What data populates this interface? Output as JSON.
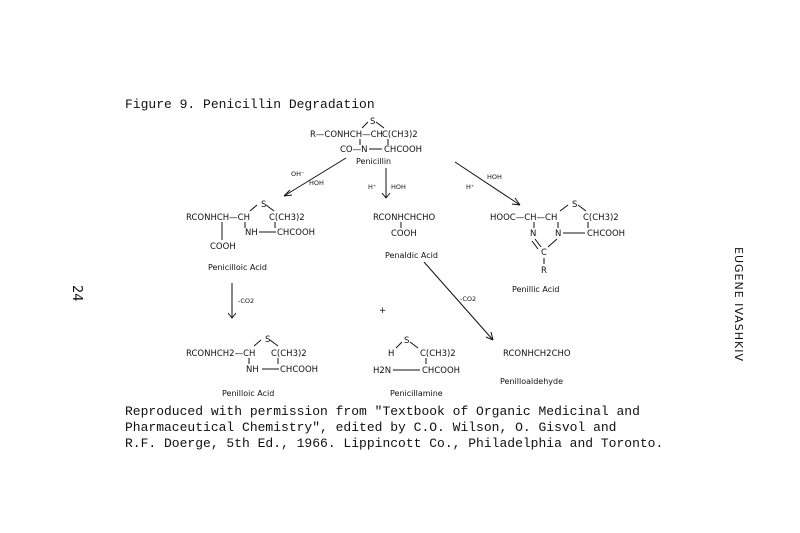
{
  "figure_caption": "Figure 9.  Penicillin Degradation",
  "credit_lines": [
    "Reproduced with permission from \"Textbook of Organic Medicinal and",
    "Pharmaceutical Chemistry\", edited by C.O. Wilson, O. Gisvol and",
    "R.F. Doerge, 5th Ed., 1966.  Lippincott Co., Philadelphia and Toronto."
  ],
  "page_number": "24",
  "side_label": "EUGENE IVASHKIV",
  "compounds": {
    "penicillin": {
      "name": "Penicillin",
      "l1": "S",
      "l2a": "R—CONHCH—CH",
      "l2b": "C(CH3)2",
      "l3a": "CO—N",
      "l3b": "CHCOOH"
    },
    "penicilloic_acid": {
      "name": "Penicilloic Acid",
      "l1": "S",
      "l2a": "RCONHCH—CH",
      "l2b": "C(CH3)2",
      "l3": "NH",
      "l3b": "CHCOOH",
      "l4": "COOH"
    },
    "penaldic_acid": {
      "name": "Penaldic Acid",
      "l1": "RCONHCHCHO",
      "l2": "COOH"
    },
    "penillic_acid": {
      "name": "Penillic Acid",
      "l1": "S",
      "l2a": "HOOC—CH—CH",
      "l2b": "C(CH3)2",
      "l3a": "N",
      "l3b": "N",
      "l3c": "CHCOOH",
      "l4": "C",
      "l5": "R"
    },
    "penilloic_acid": {
      "name": "Penilloic Acid",
      "l1": "S",
      "l2a": "RCONHCH2—CH",
      "l2b": "C(CH3)2",
      "l3": "NH",
      "l3b": "CHCOOH"
    },
    "penicillamine": {
      "name": "Penicillamine",
      "l1": "S",
      "l2a": "H",
      "l2b": "C(CH3)2",
      "l3a": "H2N",
      "l3b": "CHCOOH"
    },
    "penilloaldehyde": {
      "name": "Penilloaldehyde",
      "formula": "RCONHCH2CHO"
    }
  },
  "reagents": {
    "oh_minus": "OH⁻",
    "hoh": "HOH",
    "h_plus": "H⁺",
    "minus_co2": "-CO2",
    "plus": "+"
  }
}
